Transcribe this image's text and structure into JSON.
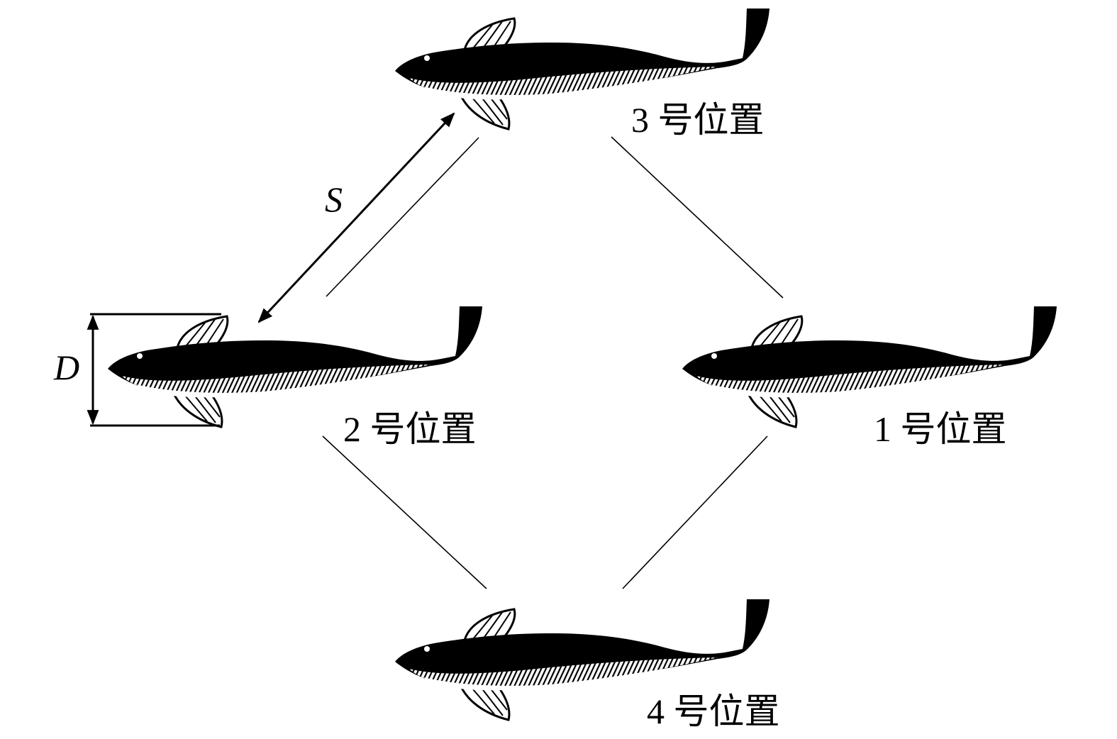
{
  "labels": {
    "position_1": "1 号位置",
    "position_2": "2 号位置",
    "position_3": "3 号位置",
    "position_4": "4 号位置"
  },
  "symbols": {
    "spacing": "S",
    "body_width": "D"
  },
  "colors": {
    "ink": "#000000",
    "background": "#ffffff"
  }
}
